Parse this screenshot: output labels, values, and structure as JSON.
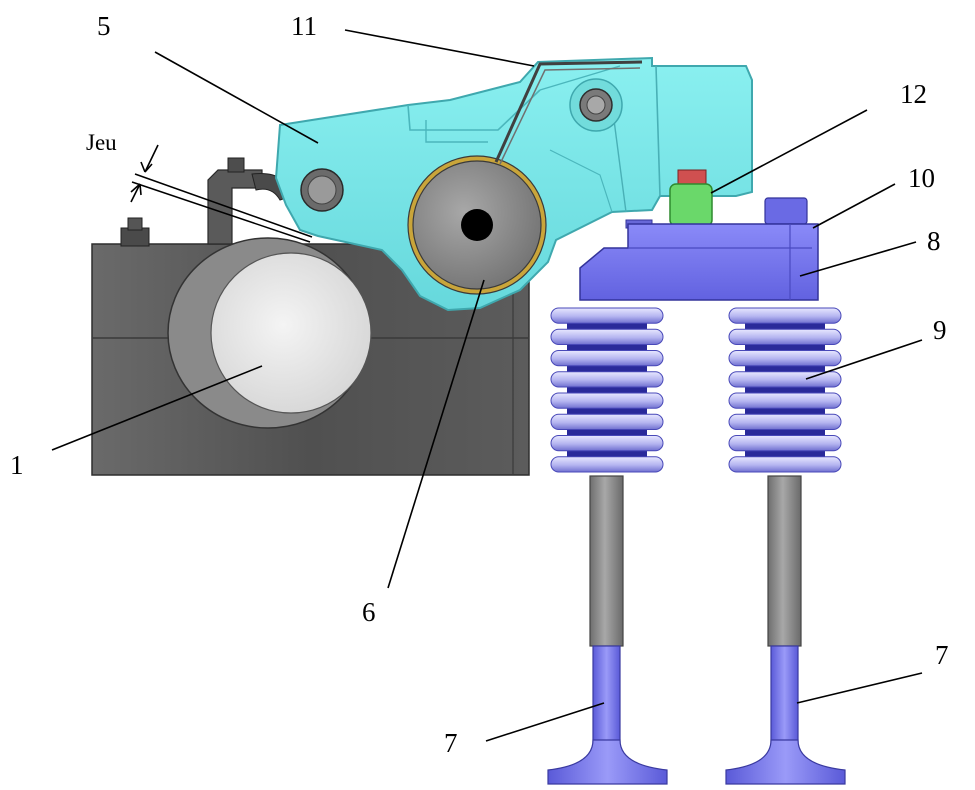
{
  "diagram": {
    "labels": {
      "l1": "1",
      "l5": "5",
      "l6": "6",
      "l7a": "7",
      "l7b": "7",
      "l8": "8",
      "l9": "9",
      "l10": "10",
      "l11": "11",
      "l12": "12",
      "jeu": "Jeu"
    },
    "colors": {
      "block": "#5b5b5b",
      "block_dark": "#3f3f3f",
      "cam_face": "#e6e6e6",
      "rocker": "#7ee8e8",
      "rocker_edge": "#4fb9bf",
      "bridge": "#7a7af2",
      "spring_light": "#c8c8f5",
      "spring_dark": "#3030b0",
      "valve": "#7c7cf0",
      "valve_stem": "#8c8c8c",
      "adjuster": "#66dd66"
    }
  }
}
